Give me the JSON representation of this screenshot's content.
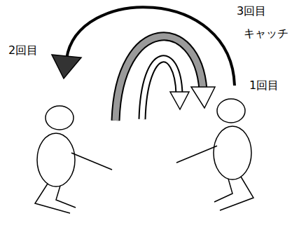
{
  "diagram": {
    "labels": [
      "3回目",
      "キャッチ",
      "2回目",
      "1回目"
    ]
  }
}
